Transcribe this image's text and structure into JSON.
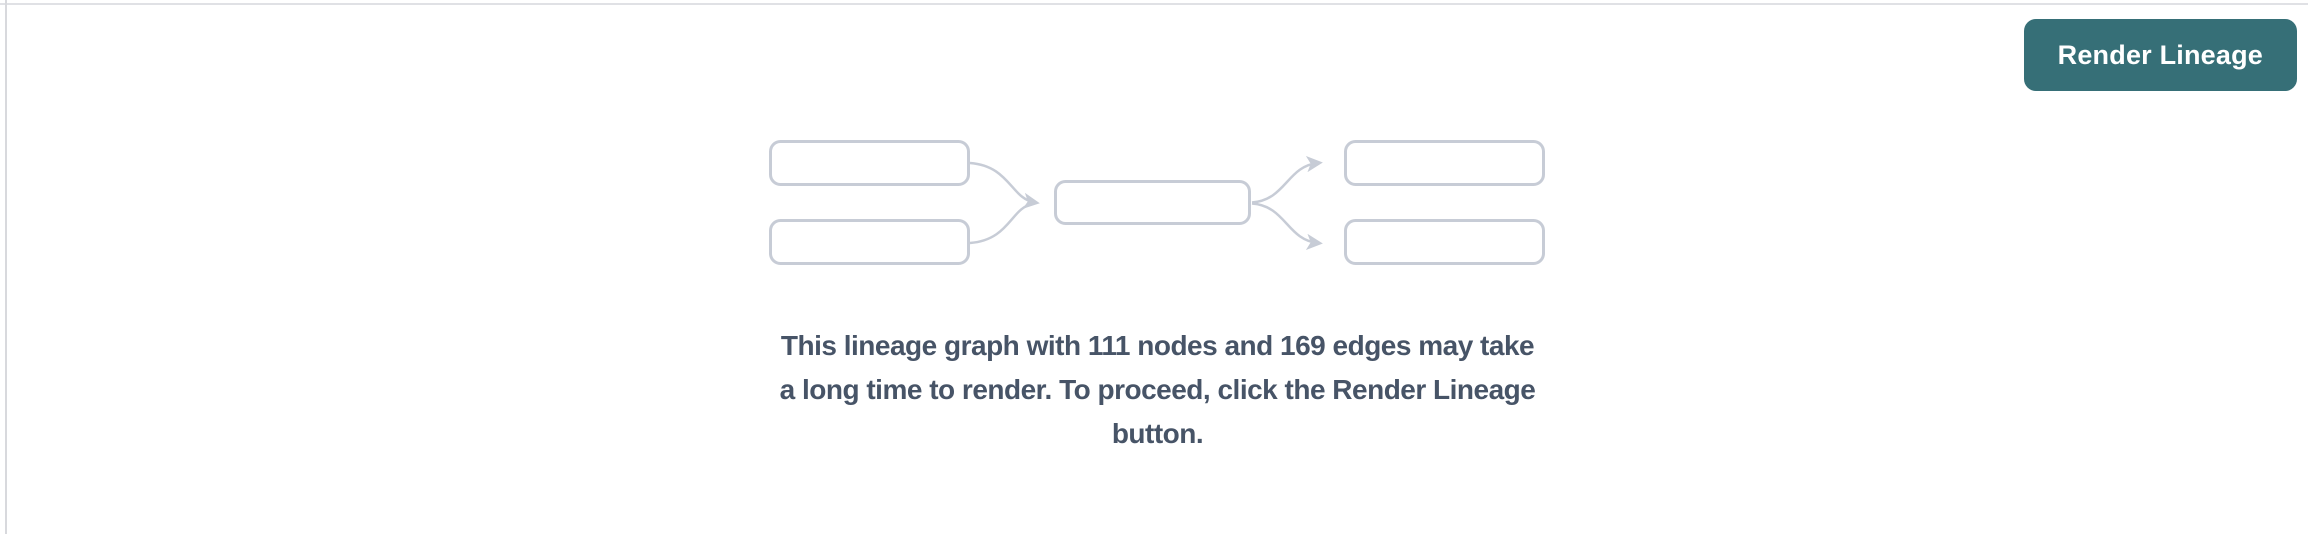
{
  "toolbar": {
    "render_lineage_button": "Render Lineage"
  },
  "empty_state": {
    "node_count": "111",
    "edge_count": "169",
    "message_lines": [
      "This lineage graph with 111 nodes and 169 edges may take",
      "a long time to render. To proceed, click the Render Lineage",
      "button."
    ],
    "graphic_name": "mini-lineage-graph-placeholder"
  },
  "colors": {
    "accent_teal": "#366f77",
    "placeholder_stroke": "#c7ccd6",
    "message_text": "#475467",
    "divider_top": "#e0e1e5",
    "divider_left": "#d8d9dd",
    "background": "#ffffff",
    "button_text": "#ffffff"
  }
}
